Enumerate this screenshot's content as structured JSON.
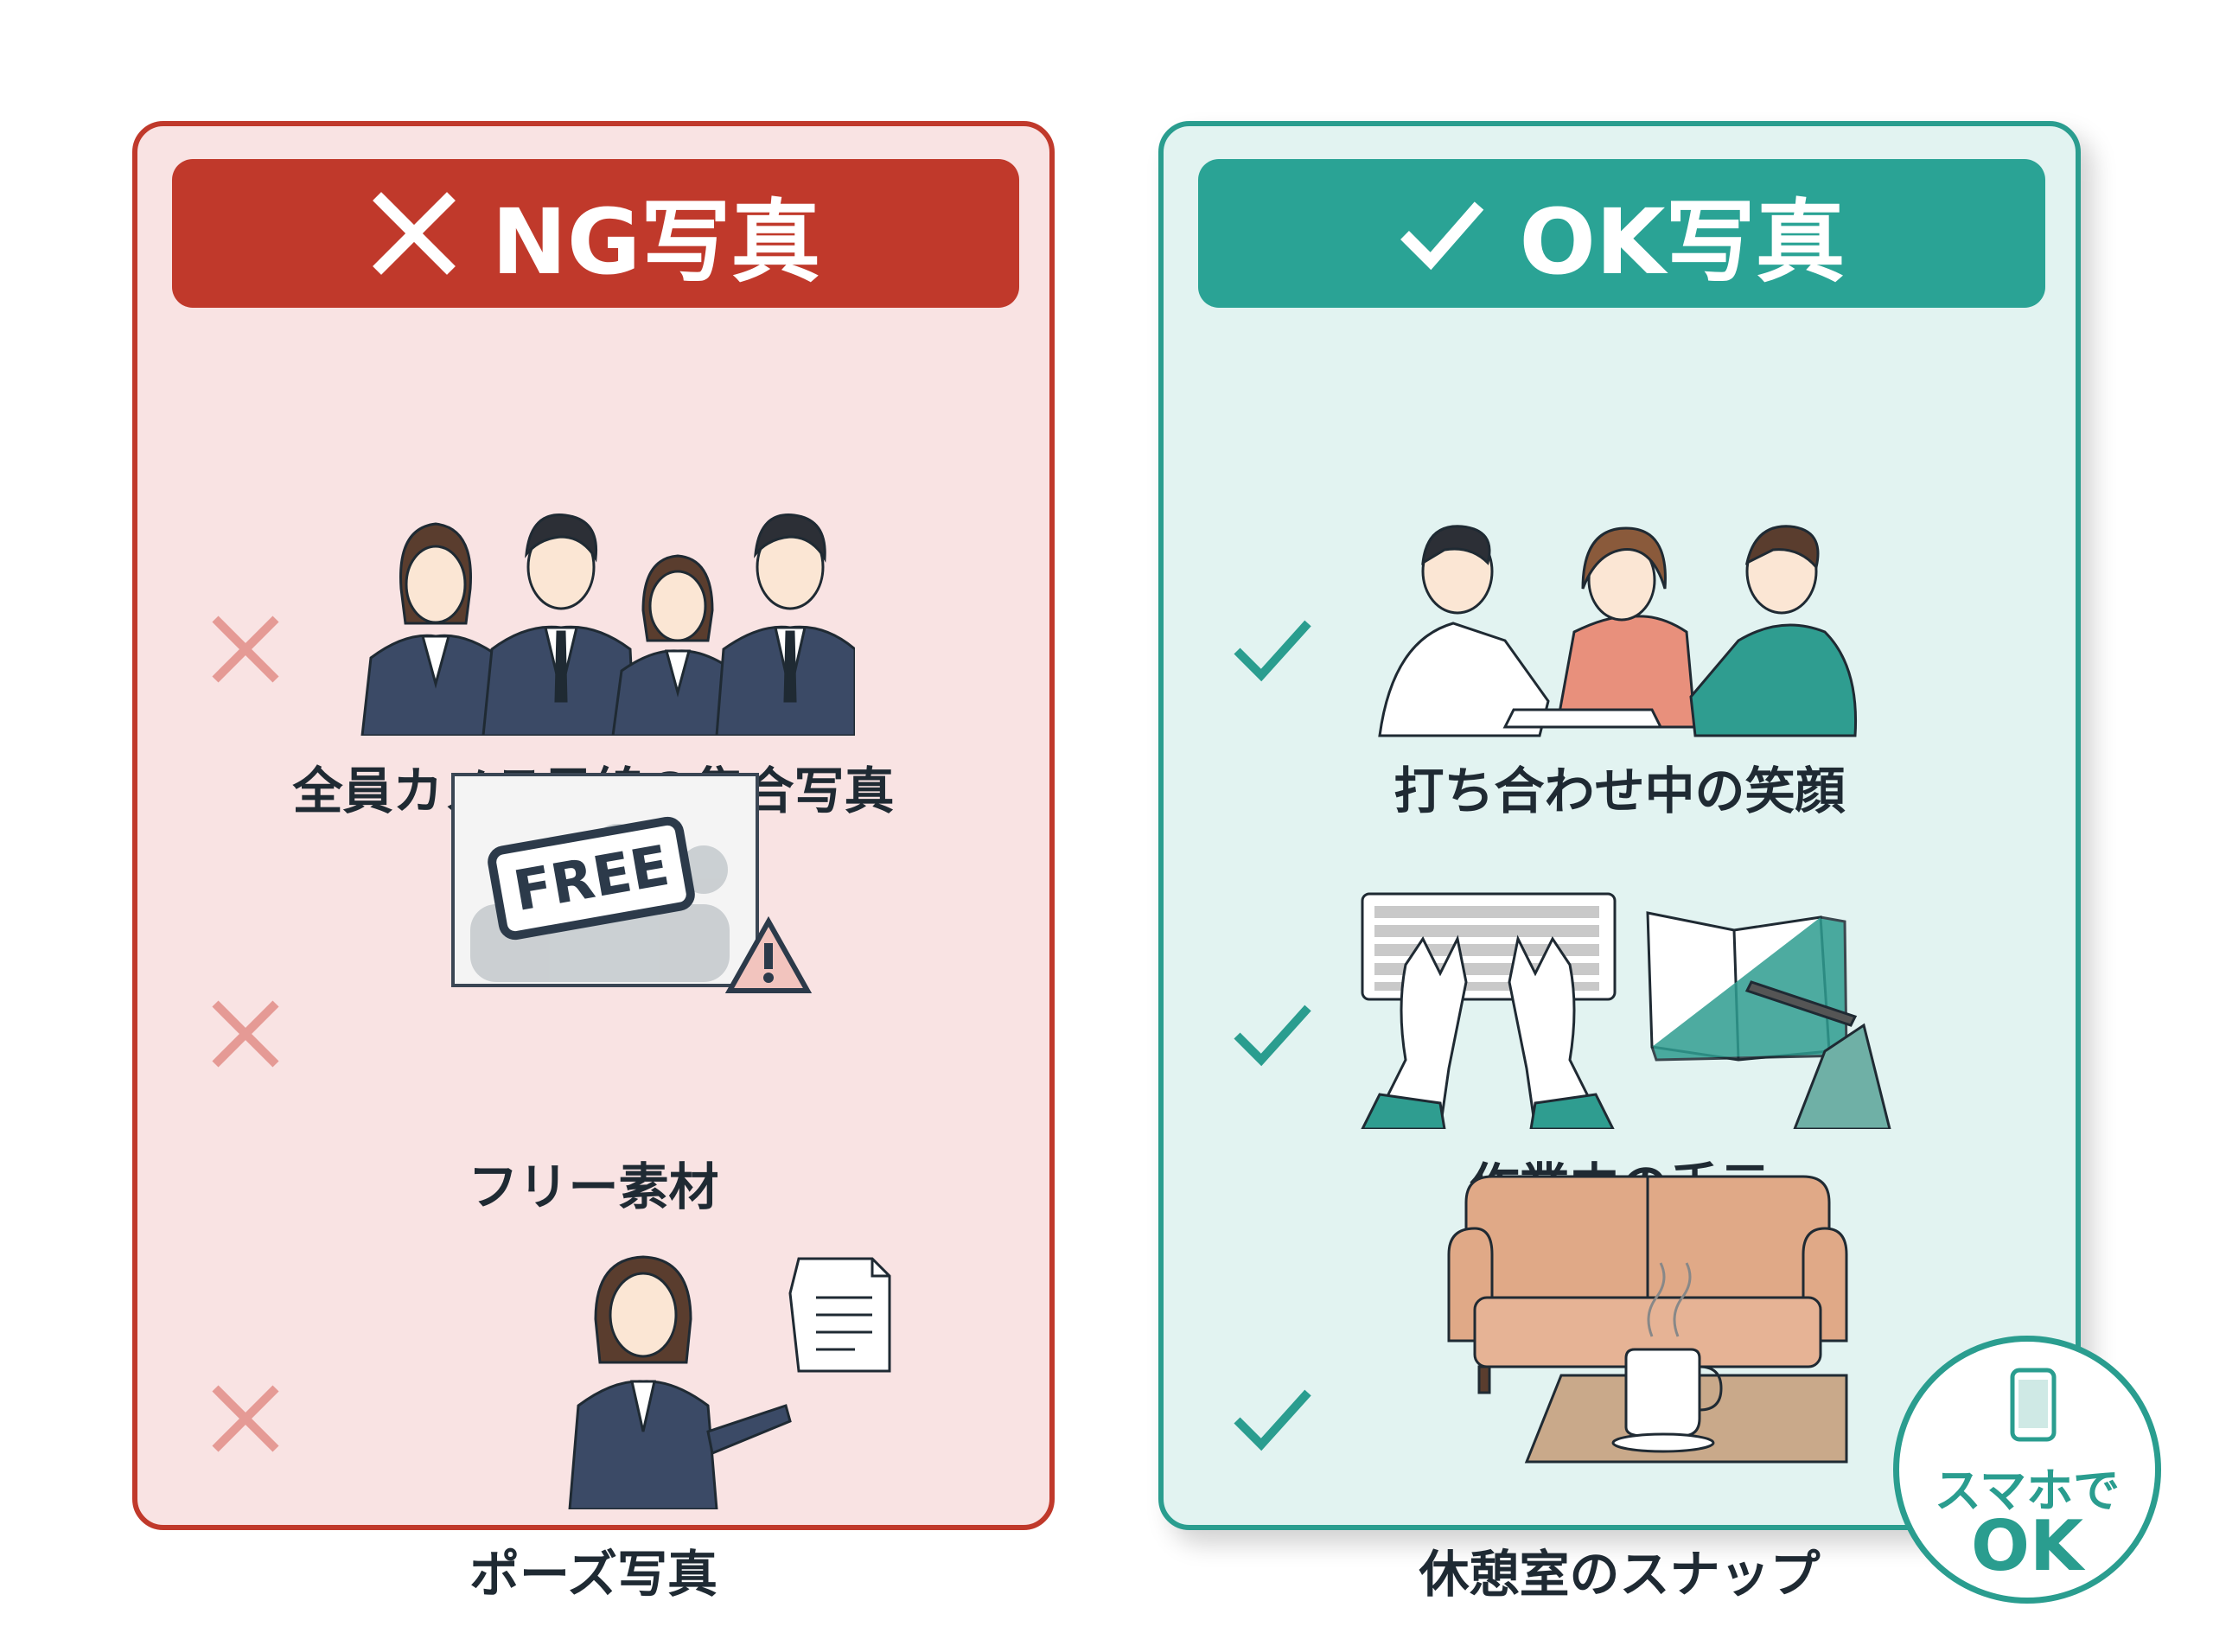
{
  "colors": {
    "ng_accent": "#c0392b",
    "ng_bg": "#f9e3e3",
    "ok_accent": "#2a9d8f",
    "ok_bg": "#e2f3f1"
  },
  "ng": {
    "title": "NG写真",
    "title_icon": "cross-icon",
    "items": [
      {
        "icon": "cross-mark-icon",
        "illustration": "group-photo-illustration",
        "label": "全員カメラ目線の集合写真"
      },
      {
        "icon": "cross-mark-icon",
        "illustration": "free-stock-photo-illustration",
        "stamp": "FREE",
        "label": "フリー素材"
      },
      {
        "icon": "cross-mark-icon",
        "illustration": "posed-photo-illustration",
        "label": "ポーズ写真"
      }
    ]
  },
  "ok": {
    "title": "OK写真",
    "title_icon": "check-icon",
    "items": [
      {
        "icon": "check-mark-icon",
        "illustration": "meeting-smile-illustration",
        "label": "打ち合わせ中の笑顔"
      },
      {
        "icon": "check-mark-icon",
        "illustration": "working-hands-illustration",
        "label": "作業中の手元"
      },
      {
        "icon": "check-mark-icon",
        "illustration": "break-room-illustration",
        "label": "休憩室のスナップ"
      }
    ]
  },
  "badge": {
    "line1": "スマホで",
    "line2": "OK",
    "icon": "smartphone-icon"
  }
}
